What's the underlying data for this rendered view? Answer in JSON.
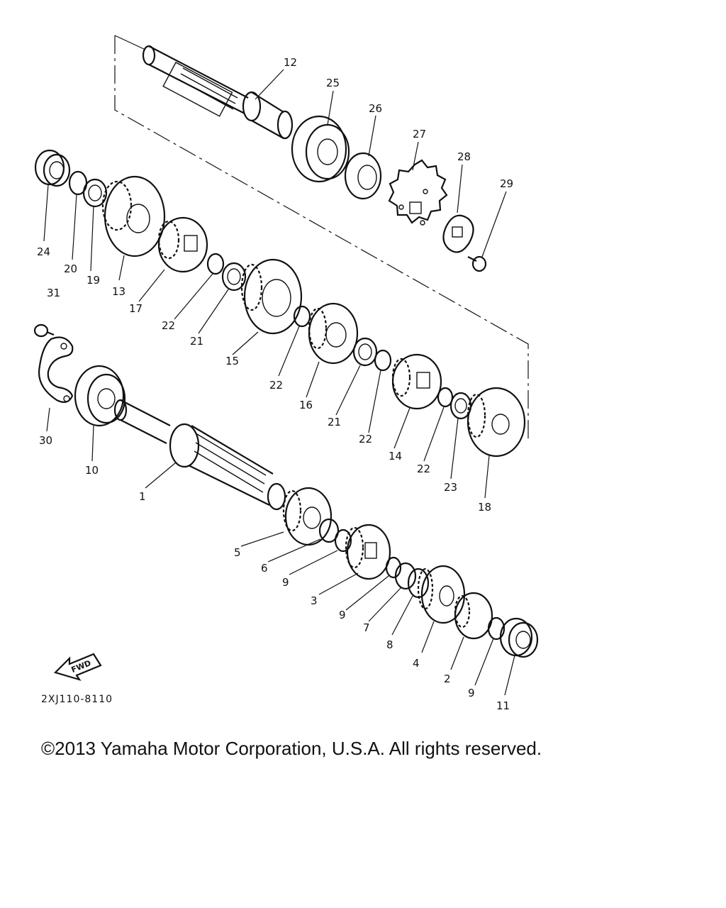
{
  "diagram": {
    "drawing_code": "2XJ110-8110",
    "fwd_label": "FWD",
    "callouts": [
      "1",
      "2",
      "3",
      "4",
      "5",
      "6",
      "7",
      "8",
      "9",
      "10",
      "11",
      "12",
      "13",
      "14",
      "15",
      "16",
      "17",
      "18",
      "19",
      "20",
      "21",
      "22",
      "23",
      "24",
      "25",
      "26",
      "27",
      "28",
      "29",
      "30",
      "31"
    ]
  },
  "footer": {
    "copyright": "©2013 Yamaha Motor Corporation, U.S.A. All rights reserved."
  }
}
